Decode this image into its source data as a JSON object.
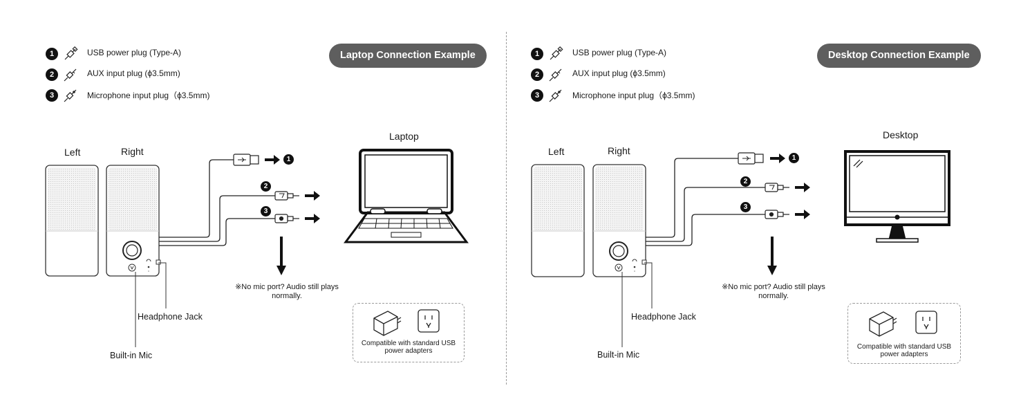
{
  "panels": [
    {
      "title": "Laptop Connection Example",
      "legend": [
        {
          "number": "1",
          "icon": "usb-plug-icon",
          "text": "USB power plug (Type-A)"
        },
        {
          "number": "2",
          "icon": "aux-plug-icon",
          "text": "AUX input plug (ϕ3.5mm)"
        },
        {
          "number": "3",
          "icon": "mic-plug-icon",
          "text": "Microphone input plug（ϕ3.5mm)"
        }
      ],
      "left_label": "Left",
      "right_label": "Right",
      "device_label": "Laptop",
      "callout_numbers": [
        "1",
        "2",
        "3"
      ],
      "headphone_label": "Headphone Jack",
      "mic_label": "Built-in Mic",
      "note_line1": "※No mic port? Audio still plays",
      "note_line2": "normally.",
      "adapter_line1": "Compatible with standard USB",
      "adapter_line2": "power adapters"
    },
    {
      "title": "Desktop Connection Example",
      "legend": [
        {
          "number": "1",
          "icon": "usb-plug-icon",
          "text": "USB power plug (Type-A)"
        },
        {
          "number": "2",
          "icon": "aux-plug-icon",
          "text": "AUX input plug (ϕ3.5mm)"
        },
        {
          "number": "3",
          "icon": "mic-plug-icon",
          "text": "Microphone input plug（ϕ3.5mm)"
        }
      ],
      "left_label": "Left",
      "right_label": "Right",
      "device_label": "Desktop",
      "callout_numbers": [
        "1",
        "2",
        "3"
      ],
      "headphone_label": "Headphone Jack",
      "mic_label": "Built-in Mic",
      "note_line1": "※No mic port? Audio still plays",
      "note_line2": "normally.",
      "adapter_line1": "Compatible with standard USB",
      "adapter_line2": "power adapters"
    }
  ],
  "colors": {
    "ink": "#1a1a1a",
    "pill": "#5e5e5e",
    "dashed": "#9a9a9a"
  }
}
